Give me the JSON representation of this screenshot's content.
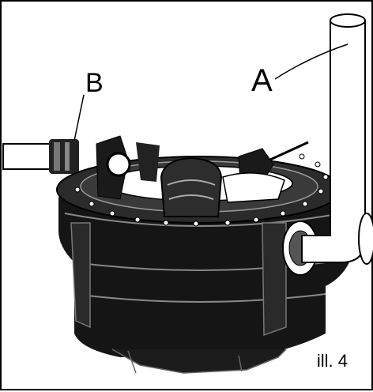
{
  "labels": {
    "a": "A",
    "b": "B"
  },
  "caption": "ill. 4",
  "colors": {
    "line": "#000000",
    "fill_light": "#ffffff",
    "fill_body": "#111111",
    "fill_mid": "#555555"
  }
}
